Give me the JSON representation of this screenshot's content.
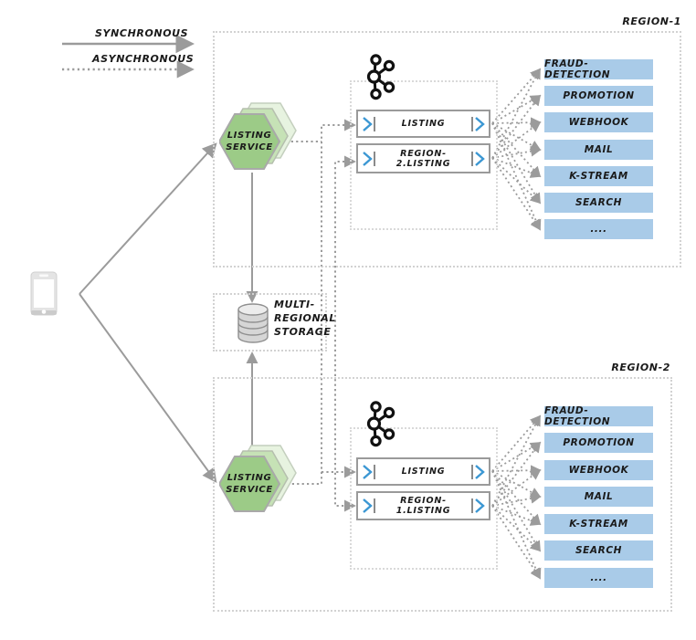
{
  "legend": {
    "synchronous_label": "SYNCHRONOUS",
    "asynchronous_label": "ASYNCHRONOUS"
  },
  "client": {
    "icon": "smartphone-icon"
  },
  "storage": {
    "icon": "database-icon",
    "line1": "MULTI-",
    "line2": "REGIONAL",
    "line3": "STORAGE"
  },
  "regions": [
    {
      "label": "REGION-1",
      "service": {
        "line1": "LISTING",
        "line2": "SERVICE"
      },
      "broker_icon": "kafka-icon",
      "topics": [
        {
          "name": "LISTING"
        },
        {
          "name": "REGION-2.LISTING"
        }
      ],
      "consumers": [
        {
          "name": "FRAUD-DETECTION"
        },
        {
          "name": "PROMOTION"
        },
        {
          "name": "WEBHOOK"
        },
        {
          "name": "MAIL"
        },
        {
          "name": "K-STREAM"
        },
        {
          "name": "SEARCH"
        },
        {
          "name": "...."
        }
      ]
    },
    {
      "label": "REGION-2",
      "service": {
        "line1": "LISTING",
        "line2": "SERVICE"
      },
      "broker_icon": "kafka-icon",
      "topics": [
        {
          "name": "LISTING"
        },
        {
          "name": "REGION-1.LISTING"
        }
      ],
      "consumers": [
        {
          "name": "FRAUD-DETECTION"
        },
        {
          "name": "PROMOTION"
        },
        {
          "name": "WEBHOOK"
        },
        {
          "name": "MAIL"
        },
        {
          "name": "K-STREAM"
        },
        {
          "name": "SEARCH"
        },
        {
          "name": "...."
        }
      ]
    }
  ],
  "colors": {
    "consumer_fill": "#a9cbe8",
    "service_fill": "#9ccb87",
    "service_ghost1": "#c6e2b6",
    "service_ghost2": "#e7f3e0",
    "line_gray": "#9b9b9b",
    "chevron_blue": "#3b97d3",
    "topic_border": "#9a9a9a",
    "region_border": "#d2d2d2",
    "kafka_black": "#111111"
  }
}
